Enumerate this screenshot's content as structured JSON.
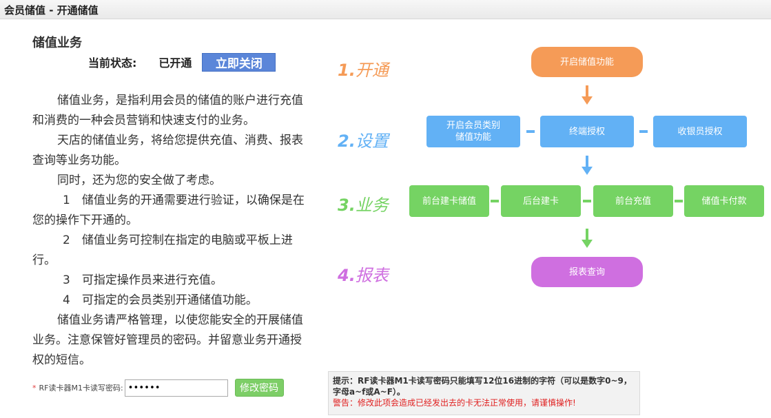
{
  "header": {
    "title": "会员储值 - 开通储值"
  },
  "section": {
    "title": "储值业务",
    "status_label": "当前状态:",
    "status_value": "已开通",
    "close_button": "立即关闭"
  },
  "description": {
    "p1": "储值业务，是指利用会员的储值的账户进行充值和消费的一种会员营销和快速支付的业务。",
    "p2": "天店的储值业务，将给您提供充值、消费、报表查询等业务功能。",
    "p3": "同时，还为您的安全做了考虑。",
    "item1": "1　储值业务的开通需要进行验证，以确保是在您的操作下开通的。",
    "item2": "2　储值业务可控制在指定的电脑或平板上进行。",
    "item3": "3　可指定操作员来进行充值。",
    "item4": "4　可指定的会员类别开通储值功能。",
    "p4": "储值业务请严格管理，以使您能安全的开展储值业务。注意保管好管理员的密码。并留意业务开通授权的短信。"
  },
  "password": {
    "required_mark": "*",
    "label": "RF读卡器M1卡读写密码:",
    "value": "••••••",
    "button": "修改密码"
  },
  "hint": {
    "line": "提示：RF读卡器M1卡读写密码只能填写12位16进制的字符（可以是数字0~9，字母a~f或A~F）。",
    "warning": "警告：修改此项会造成已经发出去的卡无法正常使用，请谨慎操作!"
  },
  "flow": {
    "steps": [
      {
        "num": "1.",
        "label": "开通",
        "color": "#f59b57"
      },
      {
        "num": "2.",
        "label": "设置",
        "color": "#62b1f5"
      },
      {
        "num": "3.",
        "label": "业务",
        "color": "#75d363"
      },
      {
        "num": "4.",
        "label": "报表",
        "color": "#cf6fe0"
      }
    ],
    "open": "开启储值功能",
    "setup": [
      "开启会员类别\n储值功能",
      "终端授权",
      "收银员授权"
    ],
    "business": [
      "前台建卡储值",
      "后台建卡",
      "前台充值",
      "储值卡付款"
    ],
    "report": "报表查询"
  },
  "colors": {
    "orange": "#f59b57",
    "blue": "#62b1f5",
    "green": "#75d363",
    "purple": "#cf6fe0",
    "button_blue": "#5b86d9"
  }
}
